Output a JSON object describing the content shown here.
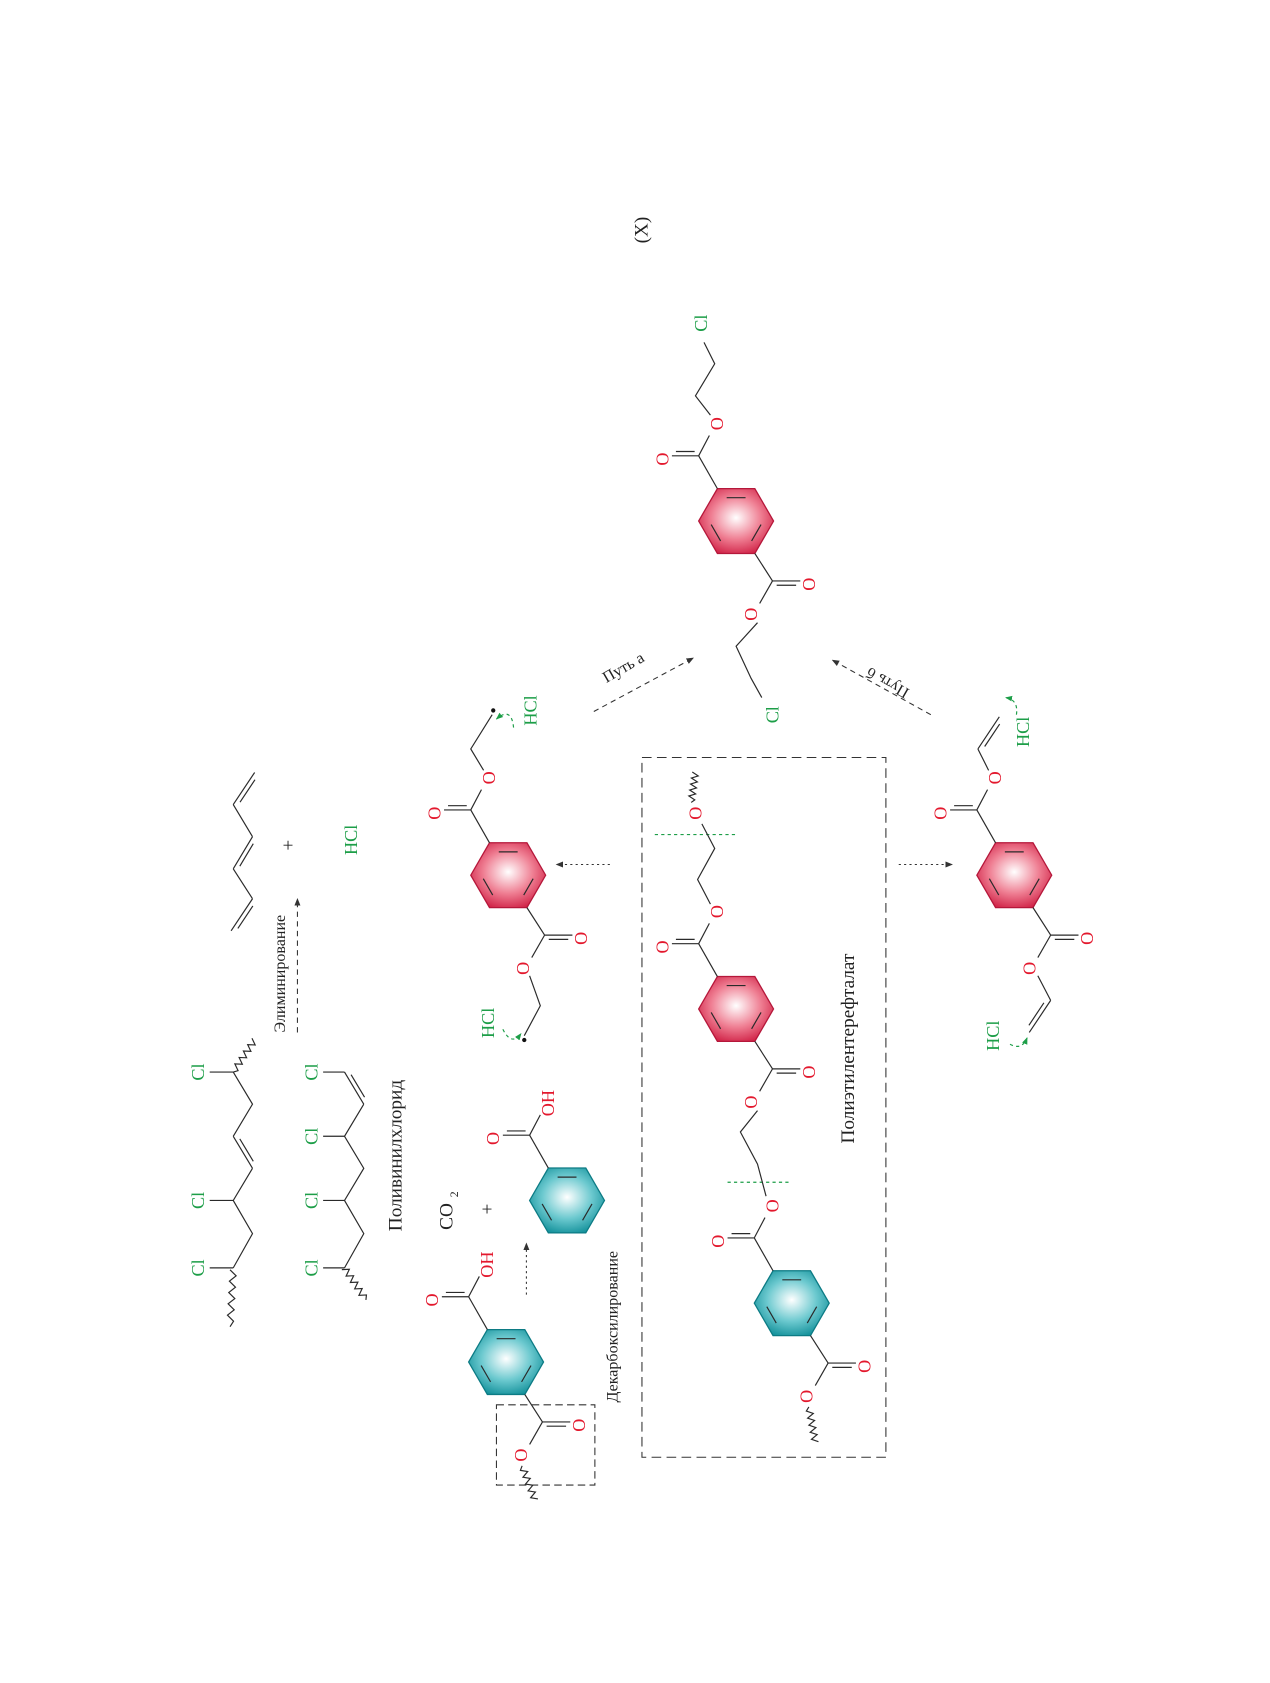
{
  "atoms": {
    "O": "O",
    "Cl": "Cl",
    "OH": "OH",
    "HCl": "HCl",
    "CO2_main": "CO",
    "CO2_sub": "2",
    "plus": "+"
  },
  "labels": {
    "compound_x": "(X)",
    "path_a": "Путь а",
    "path_b": "Путь б",
    "elimination": "Элиминирование",
    "pvc": "Поливинилхлорид",
    "decarboxylation": "Декарбоксилирование",
    "pet": "Полиэтилентерефталат"
  },
  "colors": {
    "oxygen": "#e3182d",
    "chlorine": "#1d9e48",
    "red_ring": "#d93350",
    "teal_ring": "#1a9aa3"
  }
}
